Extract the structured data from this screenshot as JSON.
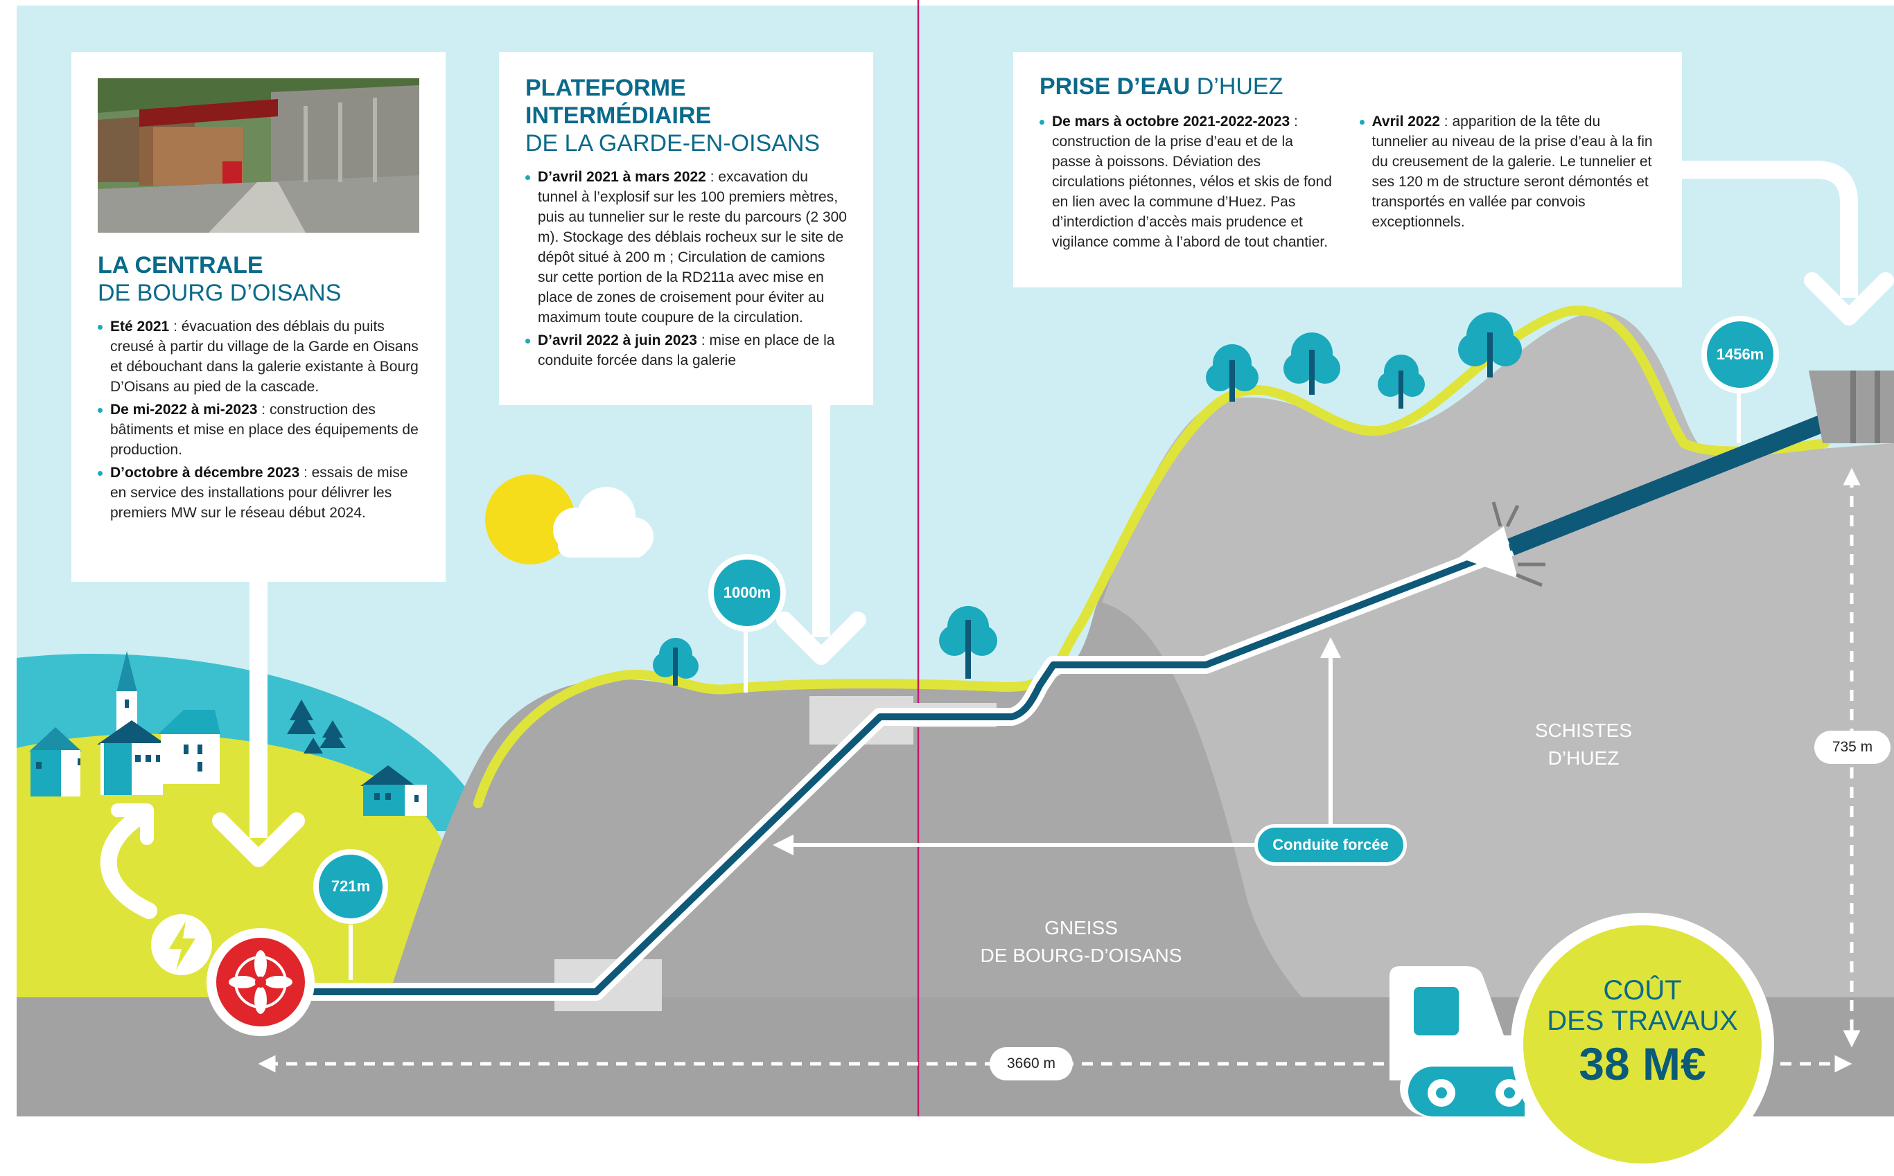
{
  "centrale": {
    "title_bold": "LA CENTRALE",
    "title_light": "DE BOURG D’OISANS",
    "items": [
      {
        "bold": "Eté 2021",
        "text": " : évacuation des déblais du puits creusé à partir du village de la Garde en Oisans et débouchant dans la galerie existante à Bourg D’Oisans au pied de la cascade."
      },
      {
        "bold": "De mi-2022 à mi-2023",
        "text": " : construction des bâtiments et mise en place des équipements de production."
      },
      {
        "bold": "D’octobre à décembre 2023",
        "text": " : essais de mise en service des installations pour délivrer les premiers MW sur le réseau début 2024."
      }
    ]
  },
  "plateforme": {
    "title_bold": "PLATEFORME INTERMÉDIAIRE",
    "title_light": "DE LA GARDE-EN-OISANS",
    "items": [
      {
        "bold": "D’avril 2021 à mars 2022",
        "text": " : excavation du tunnel à l’explosif sur les 100 premiers mètres, puis au tunnelier sur le reste du parcours (2 300 m). Stockage des déblais rocheux sur le site de dépôt situé à 200 m ; Circulation de camions sur cette portion de la RD211a avec mise en place de zones de croisement pour éviter au maximum toute coupure de la circulation."
      },
      {
        "bold": "D’avril 2022 à juin 2023",
        "text": " : mise en place de la conduite forcée dans la galerie"
      }
    ]
  },
  "prise": {
    "title_bold": "PRISE D’EAU",
    "title_light": " D’HUEZ",
    "col1": [
      {
        "bold": "De mars à octobre 2021-2022-2023",
        "text": " : construction de la prise d’eau et de la passe à poissons. Déviation des circulations piétonnes, vélos et skis de fond en lien avec la commune d’Huez. Pas d’interdiction d’accès mais prudence et vigilance comme à l’abord de tout chantier."
      }
    ],
    "col2": [
      {
        "bold": "Avril 2022",
        "text": " : apparition de la tête du tunnelier au niveau de la prise d’eau à la fin du creusement de la galerie. Le tunnelier et ses 120 m de structure seront démontés et transportés en vallée par convois exceptionnels."
      }
    ]
  },
  "altitudes": {
    "centrale": "721m",
    "plateforme": "1000m",
    "prise": "1456m"
  },
  "distances": {
    "horizontal": "3660 m",
    "vertical": "735 m"
  },
  "labels": {
    "conduite": "Conduite forcée",
    "schistes_1": "SCHISTES",
    "schistes_2": "D’HUEZ",
    "gneiss_1": "GNEISS",
    "gneiss_2": "DE BOURG-D’OISANS"
  },
  "cost": {
    "line1": "COÛT",
    "line2": "DES TRAVAUX",
    "amount": "38 M€"
  },
  "colors": {
    "sky": "#cfeef3",
    "teal": "#1aa9bd",
    "lime": "#dfe43a",
    "pipe": "#0e5878",
    "rock": "#a8a8a8",
    "red": "#e0262b",
    "divider": "#c2186b"
  },
  "icons": [
    "sun-icon",
    "cloud-icon",
    "tree-icon",
    "church-icon",
    "house-icon",
    "turbine-icon",
    "lightning-icon",
    "bulldozer-icon",
    "arrow-down-icon"
  ]
}
